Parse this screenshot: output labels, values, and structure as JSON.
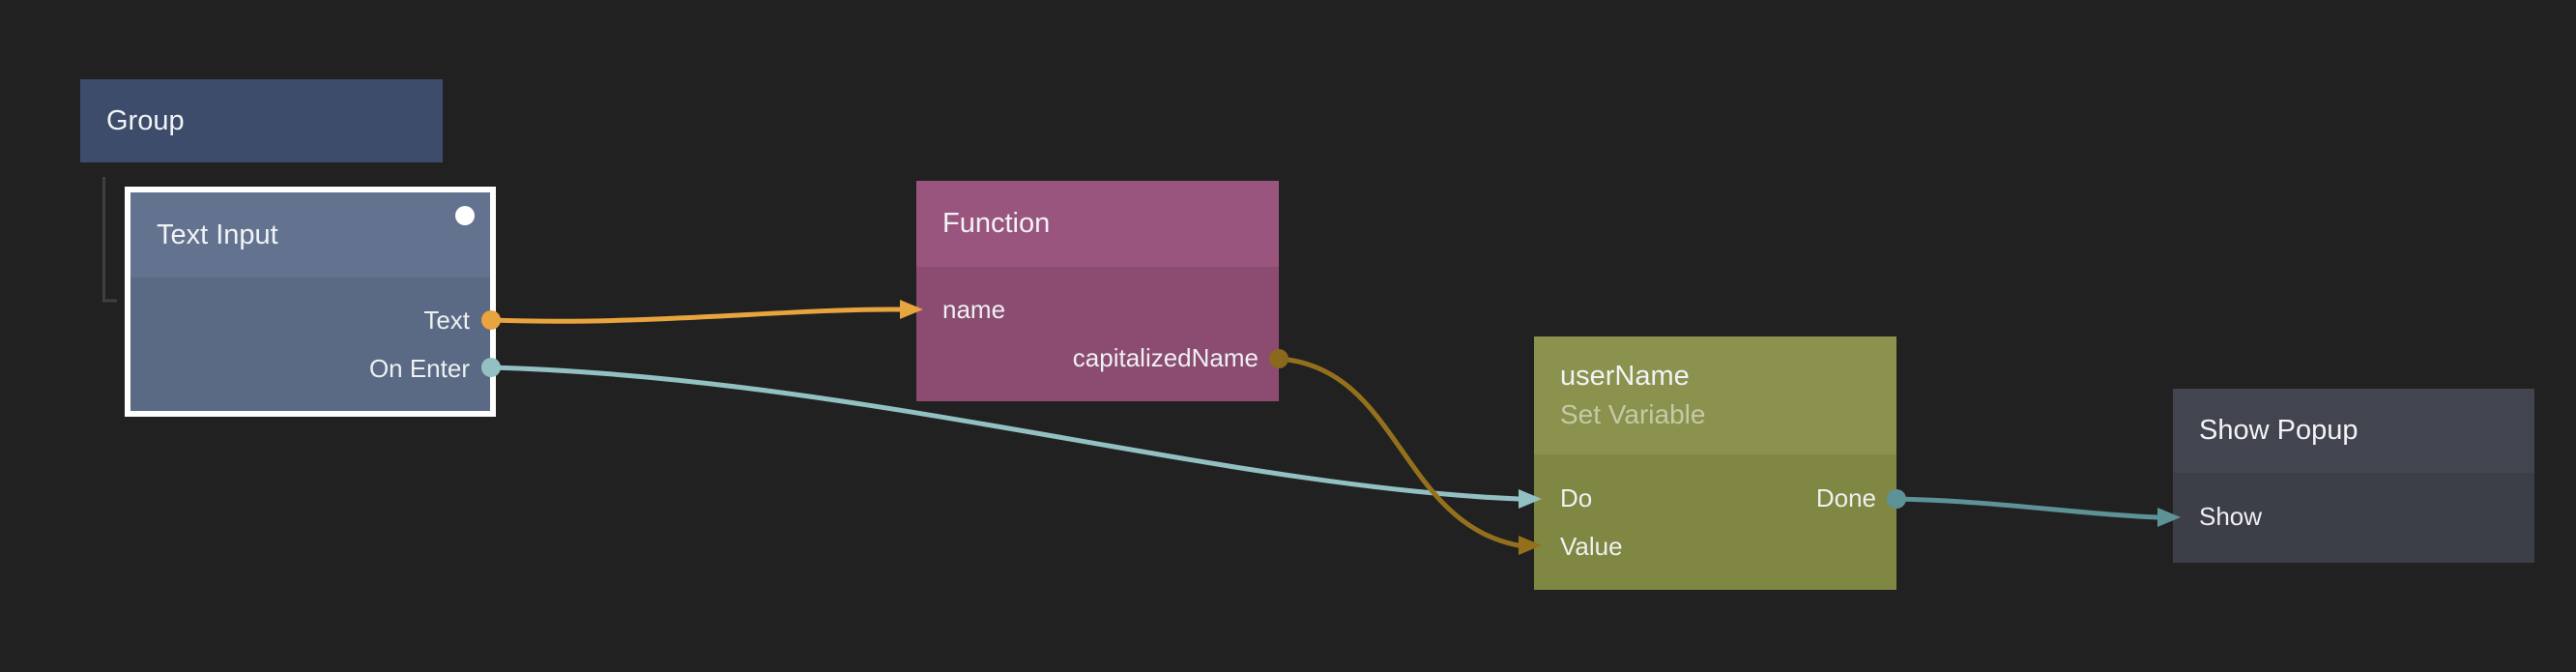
{
  "colors": {
    "background": "#212121",
    "group_header": "#3c4c6a",
    "text_input_header": "#63738f",
    "text_input_body": "#5a6a85",
    "function_header": "#9a557e",
    "function_body": "#8c4c71",
    "variable_header": "#8b924d",
    "variable_body": "#808742",
    "popup_header": "#42444f",
    "popup_body": "#3d3f48",
    "selection_border": "#ffffff",
    "hierarchy_line": "#3f3f3f",
    "wire_orange": "#e8a43e",
    "wire_teal_light": "#93c0c3",
    "wire_gold": "#95701c",
    "dot_gold": "#8a681e",
    "wire_teal": "#5d9296"
  },
  "nodes": {
    "group": {
      "title": "Group"
    },
    "text_input": {
      "title": "Text Input",
      "selected": true,
      "outputs": [
        {
          "label": "Text"
        },
        {
          "label": "On Enter"
        }
      ]
    },
    "function": {
      "title": "Function",
      "inputs": [
        {
          "label": "name"
        }
      ],
      "outputs": [
        {
          "label": "capitalizedName"
        }
      ]
    },
    "user_name": {
      "title": "userName",
      "subtitle": "Set Variable",
      "inputs": [
        {
          "label": "Do"
        },
        {
          "label": "Value"
        }
      ],
      "outputs": [
        {
          "label": "Done"
        }
      ]
    },
    "show_popup": {
      "title": "Show Popup",
      "inputs": [
        {
          "label": "Show"
        }
      ]
    }
  },
  "connections": [
    {
      "from": "Text Input.Text",
      "to": "Function.name",
      "color": "#e8a43e"
    },
    {
      "from": "Text Input.On Enter",
      "to": "userName.Do",
      "color": "#93c0c3"
    },
    {
      "from": "Function.capitalizedName",
      "to": "userName.Value",
      "color": "#95701c"
    },
    {
      "from": "userName.Done",
      "to": "Show Popup.Show",
      "color": "#5d9296"
    }
  ]
}
